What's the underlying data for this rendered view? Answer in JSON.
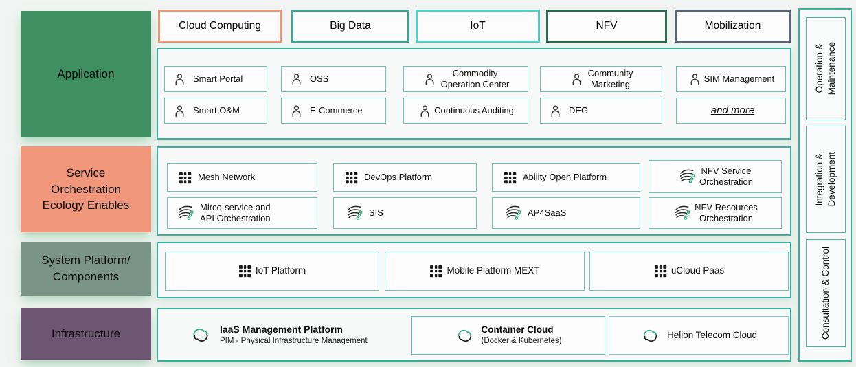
{
  "colors": {
    "page_bg": "#f1f4f2",
    "section_border": "#3fae9d",
    "item_border": "#6cc5b4",
    "accent_green_dot": "#35ad7f",
    "cloud_arrow_green": "#2fae7d"
  },
  "left_labels": [
    {
      "label": "Application",
      "bg": "#3f8f63"
    },
    {
      "label": "Service\nOrchestration\nEcology Enables",
      "bg": "#f0977b"
    },
    {
      "label": "System Platform/\nComponents",
      "bg": "#7b9489"
    },
    {
      "label": "Infrastructure",
      "bg": "#6d5672"
    }
  ],
  "tabs": [
    {
      "label": "Cloud Computing",
      "border": "#e8997a"
    },
    {
      "label": "Big Data",
      "border": "#3ea390"
    },
    {
      "label": "IoT",
      "border": "#4fd2c4"
    },
    {
      "label": "NFV",
      "border": "#2c6a50"
    },
    {
      "label": "Mobilization",
      "border": "#566676"
    }
  ],
  "application": {
    "row1": [
      {
        "label": "Smart Portal",
        "icon": "user-icon"
      },
      {
        "label": "OSS",
        "icon": "user-icon"
      },
      {
        "label": "Commodity\nOperation Center",
        "icon": "user-icon"
      },
      {
        "label": "Community\nMarketing",
        "icon": "user-icon"
      },
      {
        "label": "SIM Management",
        "icon": "user-icon"
      }
    ],
    "row2": [
      {
        "label": "Smart O&M",
        "icon": "user-icon"
      },
      {
        "label": "E-Commerce",
        "icon": "user-icon"
      },
      {
        "label": "Continuous Auditing",
        "icon": "user-icon"
      },
      {
        "label": "DEG",
        "icon": "user-icon"
      },
      {
        "label": "and more",
        "icon": "none"
      }
    ]
  },
  "service": {
    "row1": [
      {
        "label": "Mesh Network",
        "icon": "grid-icon"
      },
      {
        "label": "DevOps Platform",
        "icon": "grid-icon"
      },
      {
        "label": "Ability Open Platform",
        "icon": "grid-icon"
      },
      {
        "label": "NFV Service\nOrchestration",
        "icon": "orchestration-icon"
      }
    ],
    "row2": [
      {
        "label": "Mirco-service and\nAPI Orchestration",
        "icon": "orchestration-icon"
      },
      {
        "label": "SIS",
        "icon": "orchestration-icon"
      },
      {
        "label": "AP4SaaS",
        "icon": "orchestration-icon"
      },
      {
        "label": "NFV Resources\nOrchestration",
        "icon": "orchestration-icon"
      }
    ]
  },
  "system": {
    "items": [
      {
        "label": "IoT Platform",
        "icon": "grid-icon"
      },
      {
        "label": "Mobile Platform MEXT",
        "icon": "grid-icon"
      },
      {
        "label": "uCloud Paas",
        "icon": "grid-icon"
      }
    ]
  },
  "infrastructure": {
    "items": [
      {
        "title": "IaaS Management Platform",
        "subtitle": "PIM - Physical Infrastructure Management",
        "icon": "cloud-sync-icon"
      },
      {
        "title": "Container Cloud",
        "subtitle": "(Docker & Kubernetes)",
        "icon": "cloud-sync-icon"
      },
      {
        "title": "Helion Telecom Cloud",
        "subtitle": "",
        "icon": "cloud-sync-icon"
      }
    ]
  },
  "right_labels": [
    {
      "label": "Operation &\nMaintenance"
    },
    {
      "label": "Integration &\nDevelopment"
    },
    {
      "label": "Consultation & Control"
    }
  ]
}
